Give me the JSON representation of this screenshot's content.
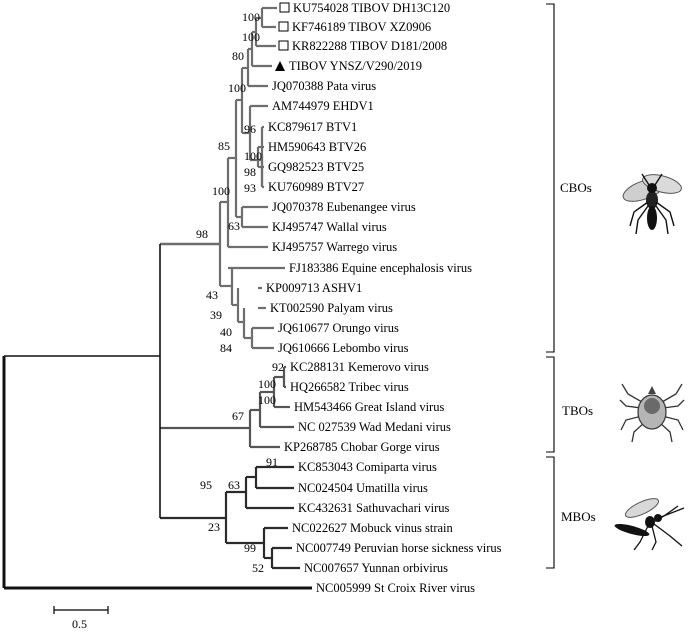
{
  "colors": {
    "cbo": "#6e6e6e",
    "tbo": "#555555",
    "mbo": "#2b2b2b",
    "root": "#111111"
  },
  "taxa": [
    {
      "label": "KU754028 TIBOV DH13C120",
      "marker": "open-square"
    },
    {
      "label": "KF746189 TIBOV XZ0906",
      "marker": "open-square"
    },
    {
      "label": "KR822288 TIBOV D181/2008",
      "marker": "open-square"
    },
    {
      "label": "TIBOV YNSZ/V290/2019",
      "marker": "filled-triangle"
    },
    {
      "label": "JQ070388 Pata virus"
    },
    {
      "label": "AM744979 EHDV1"
    },
    {
      "label": "KC879617 BTV1"
    },
    {
      "label": "HM590643 BTV26"
    },
    {
      "label": "GQ982523 BTV25"
    },
    {
      "label": "KU760989 BTV27"
    },
    {
      "label": "JQ070378 Eubenangee virus"
    },
    {
      "label": "KJ495747 Wallal virus"
    },
    {
      "label": "KJ495757 Warrego virus"
    },
    {
      "label": "FJ183386 Equine encephalosis virus"
    },
    {
      "label": "KP009713 ASHV1"
    },
    {
      "label": "KT002590 Palyam virus"
    },
    {
      "label": "JQ610677 Orungo virus"
    },
    {
      "label": "JQ610666 Lebombo virus"
    },
    {
      "label": "KC288131 Kemerovo virus"
    },
    {
      "label": "HQ266582 Tribec virus"
    },
    {
      "label": "HM543466 Great Island virus"
    },
    {
      "label": "NC 027539 Wad Medani virus"
    },
    {
      "label": "KP268785 Chobar Gorge virus"
    },
    {
      "label": "KC853043 Comiparta virus"
    },
    {
      "label": "NC024504 Umatilla virus"
    },
    {
      "label": "KC432631 Sathuvachari virus"
    },
    {
      "label": "NC022627 Mobuck vinus strain"
    },
    {
      "label": "NC007749 Peruvian horse sickness virus"
    },
    {
      "label": "NC007657 Yunnan orbivirus"
    },
    {
      "label": "NC005999 St Croix River virus"
    }
  ],
  "bootstrap": [
    "100",
    "100",
    "80",
    "100",
    "96",
    "100",
    "98",
    "93",
    "85",
    "100",
    "63",
    "98",
    "43",
    "39",
    "40",
    "84",
    "92",
    "100",
    "100",
    "67",
    "91",
    "63",
    "95",
    "23",
    "99",
    "52"
  ],
  "groups": {
    "cbo": "CBOs",
    "tbo": "TBOs",
    "mbo": "MBOs"
  },
  "icons": {
    "cbo": "midge-icon",
    "tbo": "tick-icon",
    "mbo": "mosquito-icon"
  },
  "scale_bar": {
    "label": "0.5"
  }
}
